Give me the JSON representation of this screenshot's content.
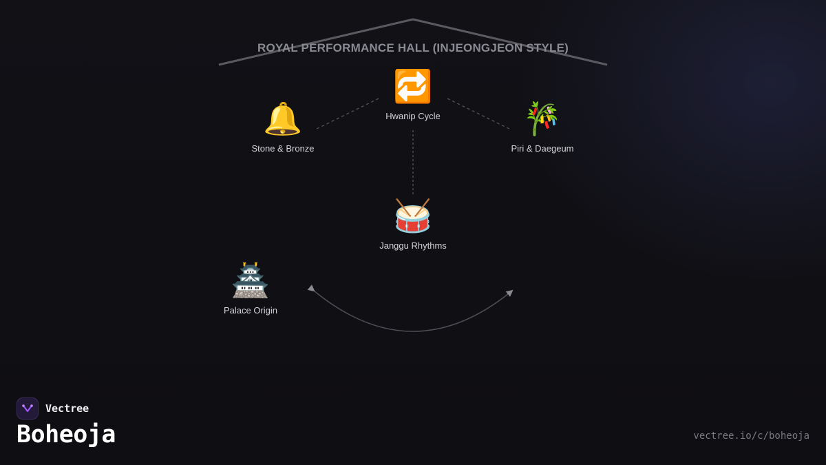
{
  "diagram": {
    "title": "ROYAL PERFORMANCE HALL (INJEONGJEON STYLE)",
    "nodes": [
      {
        "id": "hwanip",
        "icon": "🔁",
        "icon_name": "repeat-icon",
        "label": "Hwanip Cycle"
      },
      {
        "id": "stone",
        "icon": "🔔",
        "icon_name": "bell-icon",
        "label": "Stone & Bronze"
      },
      {
        "id": "piri",
        "icon": "🎋",
        "icon_name": "bamboo-icon",
        "label": "Piri & Daegeum"
      },
      {
        "id": "janggu",
        "icon": "🥁",
        "icon_name": "drum-icon",
        "label": "Janggu Rhythms"
      },
      {
        "id": "palace",
        "icon": "🏯",
        "icon_name": "castle-icon",
        "label": "Palace Origin"
      }
    ]
  },
  "brand": {
    "name": "Vectree",
    "page_title": "Boheoja",
    "url": "vectree.io/c/boheoja"
  },
  "colors": {
    "background": "#111015",
    "roof_line": "#5a5a60",
    "connector": "#55555c",
    "title": "#8a8a93",
    "label": "#d4d4da",
    "logo_accent": "#a259ff"
  }
}
